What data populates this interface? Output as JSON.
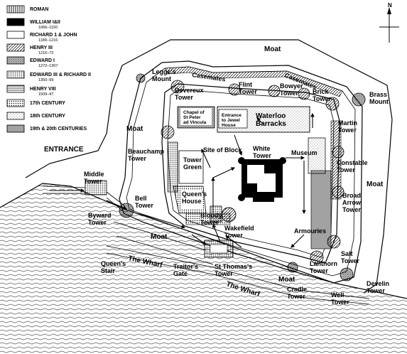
{
  "compass": {
    "north_label": "N"
  },
  "legend": [
    {
      "name": "ROMAN",
      "dates": "",
      "pattern": "hatch-vertical"
    },
    {
      "name": "WILLIAM I&II",
      "dates": "1066–1150",
      "pattern": "solid-black"
    },
    {
      "name": "RICHARD 1 & JOHN",
      "dates": "1189–1216",
      "pattern": "white"
    },
    {
      "name": "HENRY III",
      "dates": "1216–72",
      "pattern": "hatch-diagonal"
    },
    {
      "name": "EDWARD I",
      "dates": "1272–1307",
      "pattern": "hatch-diagonal-dense"
    },
    {
      "name": "EDWARD III & RICHARD II",
      "dates": "1350–99",
      "pattern": "grid"
    },
    {
      "name": "HENRY VIII",
      "dates": "1509–47",
      "pattern": "hatch-horizontal"
    },
    {
      "name": "17th CENTURY",
      "dates": "",
      "pattern": "dots"
    },
    {
      "name": "18th CENTURY",
      "dates": "",
      "pattern": "stipple-light"
    },
    {
      "name": "19th & 20th CENTURIES",
      "dates": "",
      "pattern": "stipple-dense"
    }
  ],
  "labels": {
    "moat_top": "Moat",
    "moat_left": "Moat",
    "moat_right": "Moat",
    "moat_bottom": "Moat",
    "moat_lower": "Moat",
    "legges_mount": "Legge's\nMount",
    "casemates_left": "Casemates",
    "casemates_right": "Casemates",
    "brass_mount": "Brass\nMount",
    "devereux_tower": "Devereux\nTower",
    "flint_tower": "Flint\nTower",
    "bowyer_tower": "Bowyer\nTower",
    "brick_tower": "Brick\nTower",
    "chapel": "Chapel of\nSt Peter\nad Vincula",
    "jewel_house": "Entrance\nto Jewel\nHouse",
    "waterloo_barracks": "Waterloo\nBarracks",
    "martin_tower": "Martin\nTower",
    "entrance": "ENTRANCE",
    "beauchamp_tower": "Beauchamp\nTower",
    "site_of_block": "Site of Block",
    "white_tower": "White\nTower",
    "museum": "Museum",
    "constable_tower": "Constable\nTower",
    "middle_tower": "Middle\nTower",
    "tower_green": "Tower\nGreen",
    "queens_house": "Queen's\nHouse",
    "bell_tower": "Bell\nTower",
    "broad_arrow_tower": "Broad\nArrow\nTower",
    "byward_tower": "Byward\nTower",
    "bloody_tower": "Bloody\nTower",
    "wakefield_tower": "Wakefield\nTower",
    "armouries": "Armouries",
    "salt_tower": "Salt\nTower",
    "the_wharf_left": "The Wharf",
    "the_wharf_right": "The Wharf",
    "queens_stair": "Queen's\nStair",
    "traitors_gate": "Traitor's\nGate",
    "st_thomas_tower": "St Thomas's\nTower",
    "lanthorn_tower": "Lanthorn\nTower",
    "develin_tower": "Develin\nTower",
    "cradle_tower": "Cradle\nTower",
    "well_tower": "Well\nTower"
  }
}
